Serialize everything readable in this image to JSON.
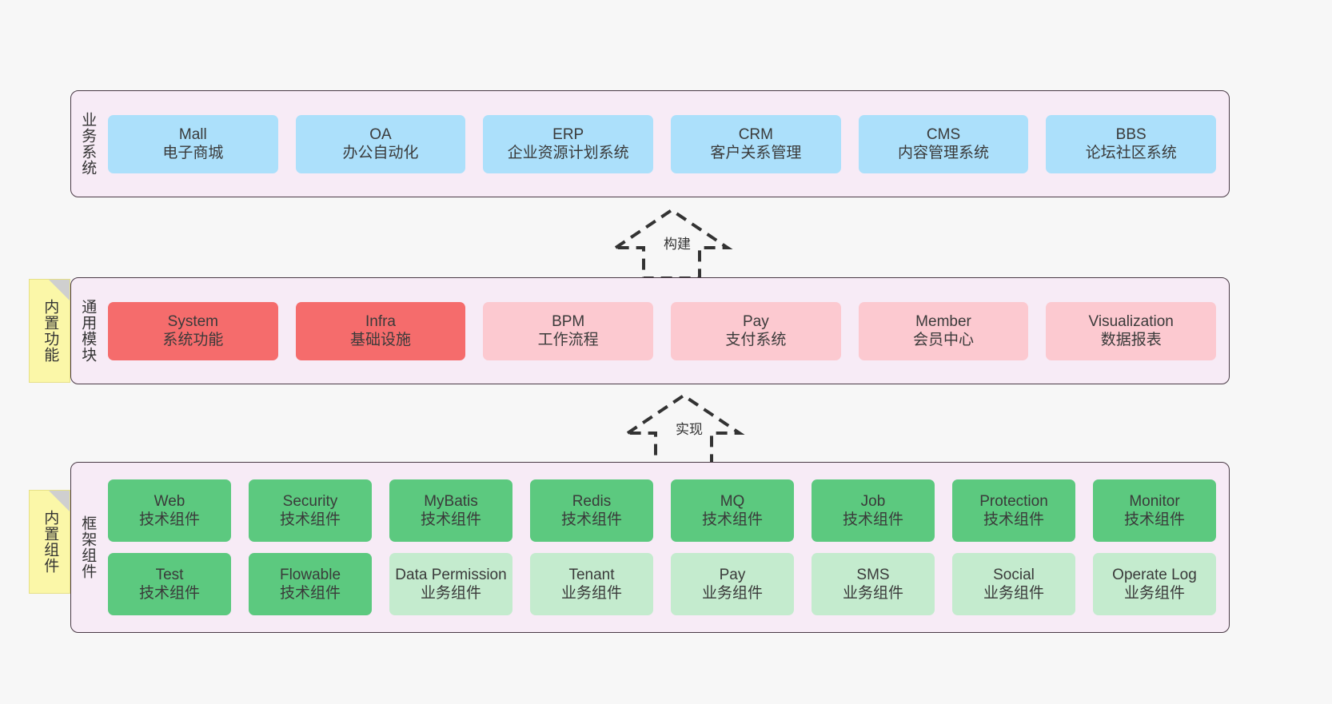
{
  "diagram": {
    "background_color": "#f7f7f7",
    "band_fill": "#f7ebf6",
    "band_border": "#4a3a46",
    "note_color": "#fbf7a8",
    "colors": {
      "blue": "#ace0fb",
      "red": "#f56c6c",
      "pink": "#fcc9d0",
      "green": "#5cc97f",
      "light_green": "#c4ebce"
    }
  },
  "bands": {
    "business": {
      "title": "业务系统",
      "cards": [
        {
          "name": "Mall",
          "sub": "电子商城"
        },
        {
          "name": "OA",
          "sub": "办公自动化"
        },
        {
          "name": "ERP",
          "sub": "企业资源计划系统"
        },
        {
          "name": "CRM",
          "sub": "客户关系管理"
        },
        {
          "name": "CMS",
          "sub": "内容管理系统"
        },
        {
          "name": "BBS",
          "sub": "论坛社区系统"
        }
      ]
    },
    "common": {
      "title": "通用模块",
      "note": "内置功能",
      "cards": [
        {
          "name": "System",
          "sub": "系统功能"
        },
        {
          "name": "Infra",
          "sub": "基础设施"
        },
        {
          "name": "BPM",
          "sub": "工作流程"
        },
        {
          "name": "Pay",
          "sub": "支付系统"
        },
        {
          "name": "Member",
          "sub": "会员中心"
        },
        {
          "name": "Visualization",
          "sub": "数据报表"
        }
      ]
    },
    "framework": {
      "title": "框架组件",
      "note": "内置组件",
      "row1": [
        {
          "name": "Web",
          "sub": "技术组件"
        },
        {
          "name": "Security",
          "sub": "技术组件"
        },
        {
          "name": "MyBatis",
          "sub": "技术组件"
        },
        {
          "name": "Redis",
          "sub": "技术组件"
        },
        {
          "name": "MQ",
          "sub": "技术组件"
        },
        {
          "name": "Job",
          "sub": "技术组件"
        },
        {
          "name": "Protection",
          "sub": "技术组件"
        },
        {
          "name": "Monitor",
          "sub": "技术组件"
        }
      ],
      "row2": [
        {
          "name": "Test",
          "sub": "技术组件"
        },
        {
          "name": "Flowable",
          "sub": "技术组件"
        },
        {
          "name": "Data Permission",
          "sub": "业务组件"
        },
        {
          "name": "Tenant",
          "sub": "业务组件"
        },
        {
          "name": "Pay",
          "sub": "业务组件"
        },
        {
          "name": "SMS",
          "sub": "业务组件"
        },
        {
          "name": "Social",
          "sub": "业务组件"
        },
        {
          "name": "Operate Log",
          "sub": "业务组件"
        }
      ]
    }
  },
  "arrows": [
    {
      "id": "build",
      "label": "构建"
    },
    {
      "id": "impl",
      "label": "实现"
    }
  ]
}
